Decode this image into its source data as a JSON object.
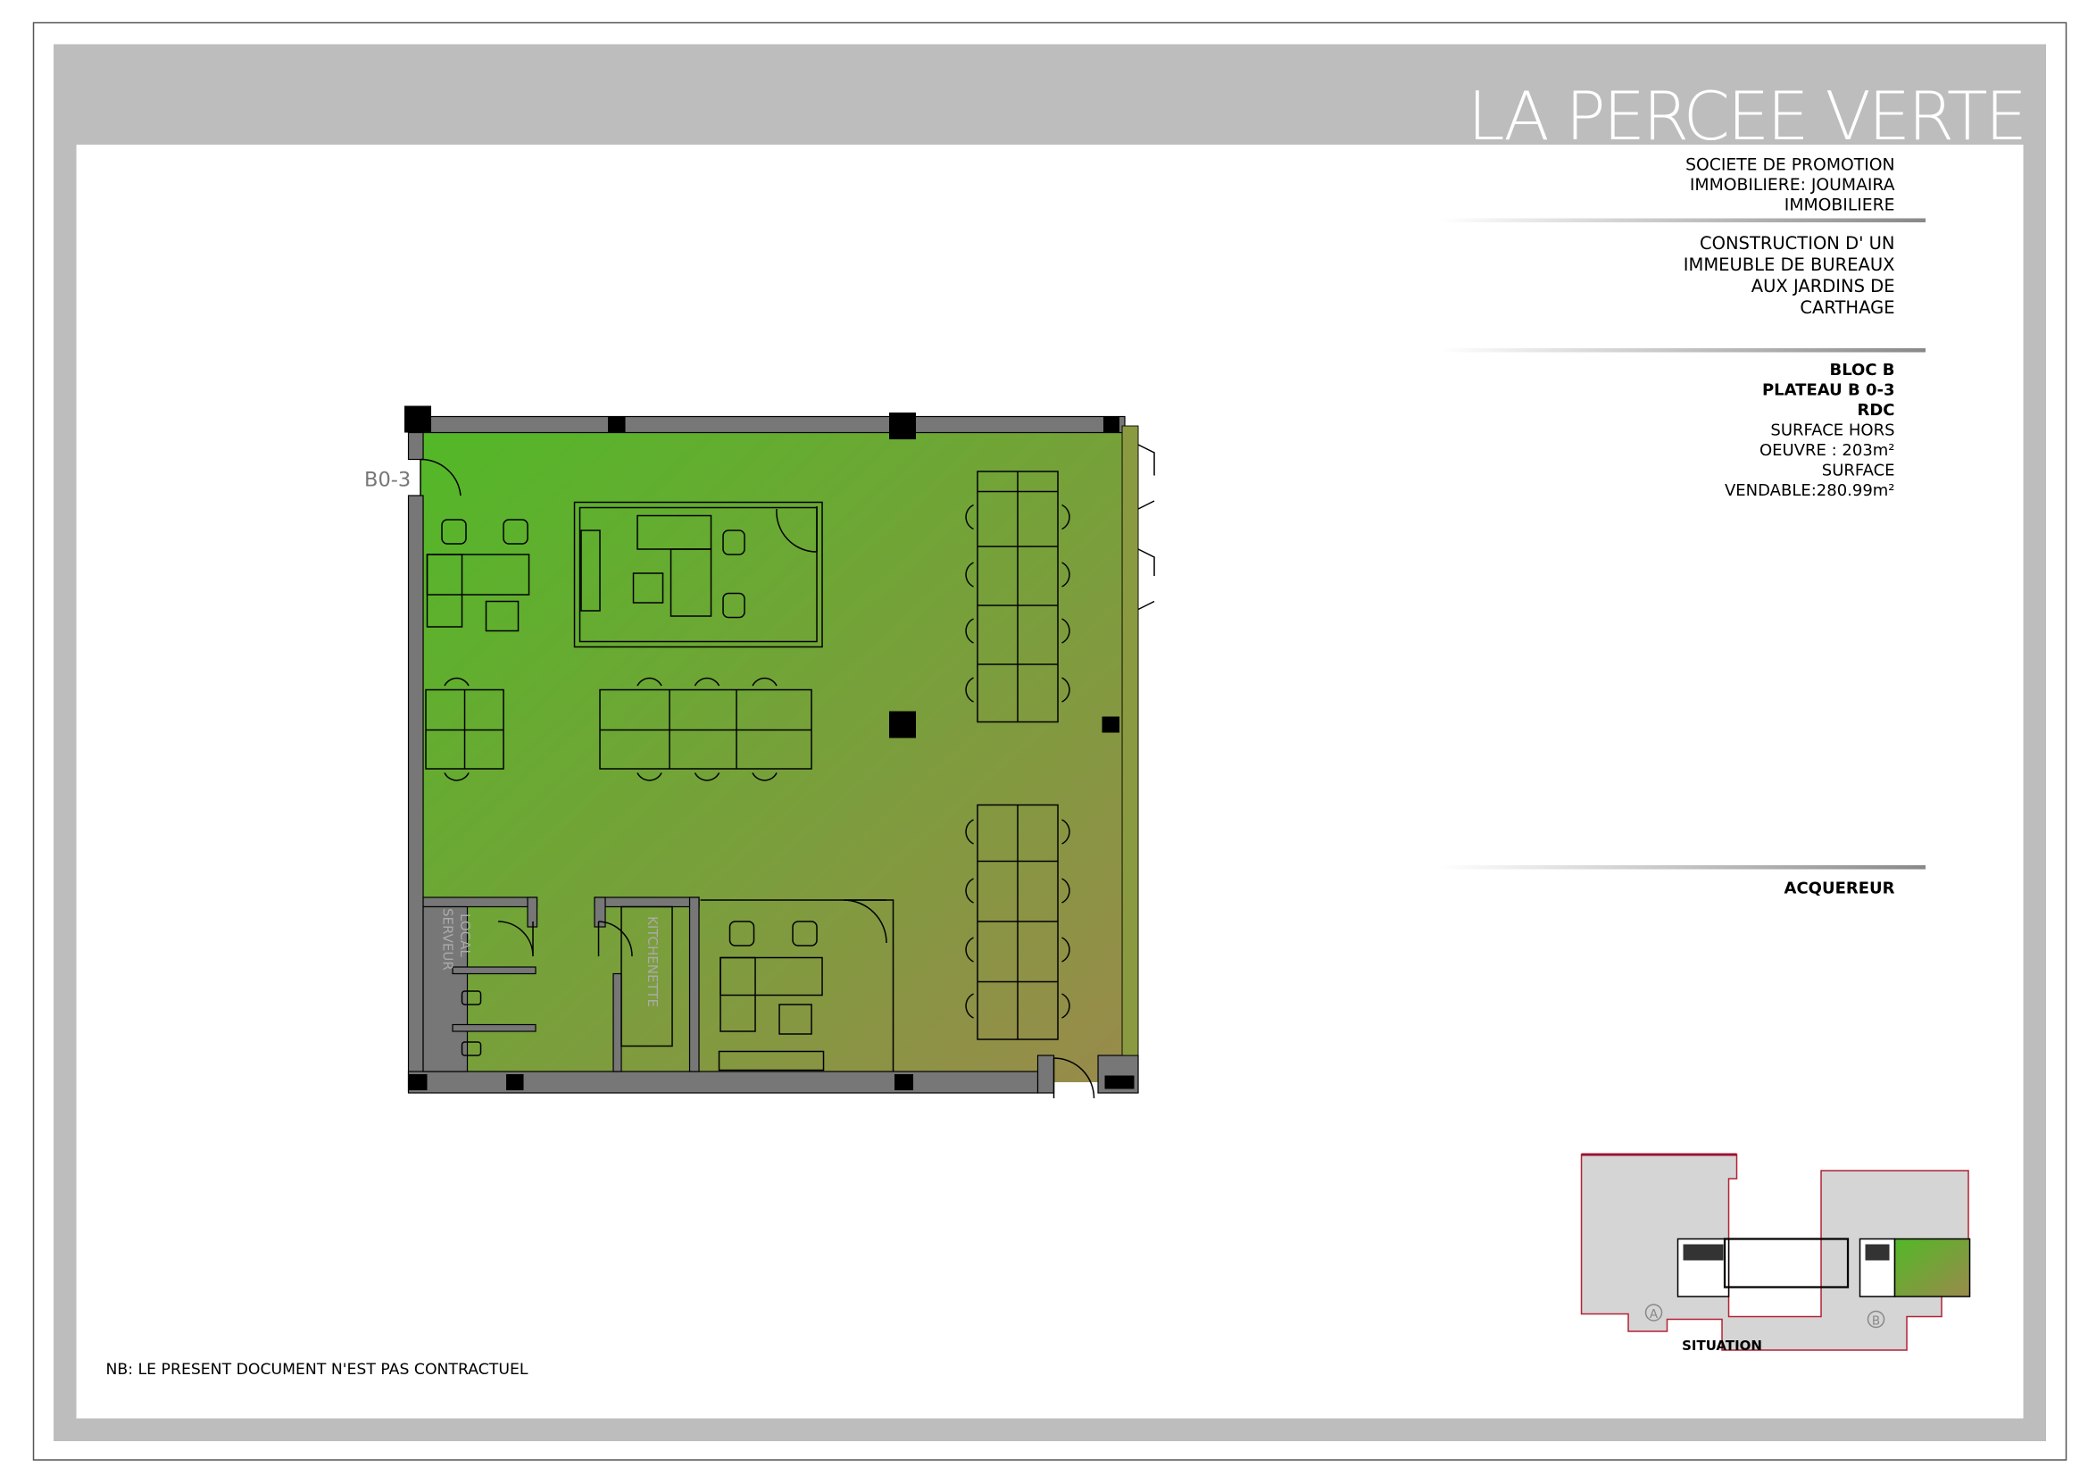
{
  "title": "LA PERCEE VERTE",
  "client": [
    "SOCIETE DE PROMOTION",
    "IMMOBILIERE: JOUMAIRA",
    "IMMOBILIERE"
  ],
  "project": [
    "CONSTRUCTION  D' UN",
    "IMMEUBLE DE BUREAUX",
    "AUX  JARDINS DE",
    "CARTHAGE"
  ],
  "lot": {
    "bold": [
      "BLOC B",
      "PLATEAU B 0-3",
      "RDC"
    ],
    "regular": [
      "SURFACE HORS",
      "OEUVRE : 203m²",
      "SURFACE",
      "VENDABLE:280.99m²"
    ]
  },
  "buyer_label": "ACQUEREUR",
  "plan": {
    "unit_label": "B0-3",
    "rooms": {
      "server": [
        "LOCAL",
        "SERVEUR"
      ],
      "kitchen": "KITCHENETTE"
    }
  },
  "situation": {
    "label": "SITUATION",
    "block_a": "A",
    "block_b": "B"
  },
  "disclaimer": "NB: LE PRESENT DOCUMENT N'EST PAS CONTRACTUEL",
  "colors": {
    "frame": "#bdbdbd",
    "green_start": "#52b827",
    "green_end": "#9a8a4c",
    "outline": "#b22234"
  }
}
